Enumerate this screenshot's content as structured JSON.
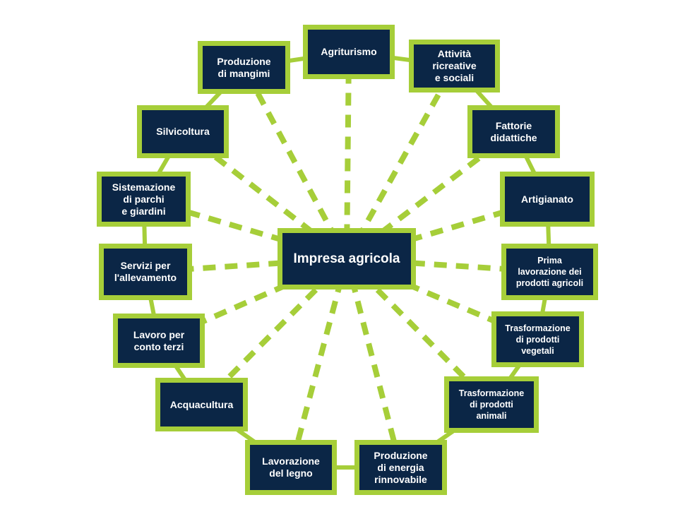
{
  "diagram": {
    "center": {
      "label": "Impresa agricola"
    },
    "nodes": [
      {
        "id": "agriturismo",
        "label": "Agriturismo"
      },
      {
        "id": "attivita-ricreative",
        "label": "Attività\nricreative\ne sociali"
      },
      {
        "id": "fattorie-didattiche",
        "label": "Fattorie\ndidattiche"
      },
      {
        "id": "artigianato",
        "label": "Artigianato"
      },
      {
        "id": "prima-lavorazione",
        "label": "Prima\nlavorazione dei\nprodotti agricoli"
      },
      {
        "id": "trasformazione-vegetali",
        "label": "Trasformazione\ndi prodotti\nvegetali"
      },
      {
        "id": "trasformazione-animali",
        "label": "Trasformazione\ndi prodotti\nanimali"
      },
      {
        "id": "energia-rinnovabile",
        "label": "Produzione\ndi energia\nrinnovabile"
      },
      {
        "id": "lavorazione-legno",
        "label": "Lavorazione\ndel legno"
      },
      {
        "id": "acquacultura",
        "label": "Acquacultura"
      },
      {
        "id": "lavoro-conto-terzi",
        "label": "Lavoro per\nconto terzi"
      },
      {
        "id": "servizi-allevamento",
        "label": "Servizi per\nl'allevamento"
      },
      {
        "id": "sistemazione-parchi",
        "label": "Sistemazione\ndi parchi\ne giardini"
      },
      {
        "id": "silvicoltura",
        "label": "Silvicoltura"
      },
      {
        "id": "produzione-mangimi",
        "label": "Produzione\ndi mangimi"
      }
    ],
    "colors": {
      "box_fill": "#0b2646",
      "accent_green": "#a6ce39",
      "text": "#ffffff"
    }
  }
}
